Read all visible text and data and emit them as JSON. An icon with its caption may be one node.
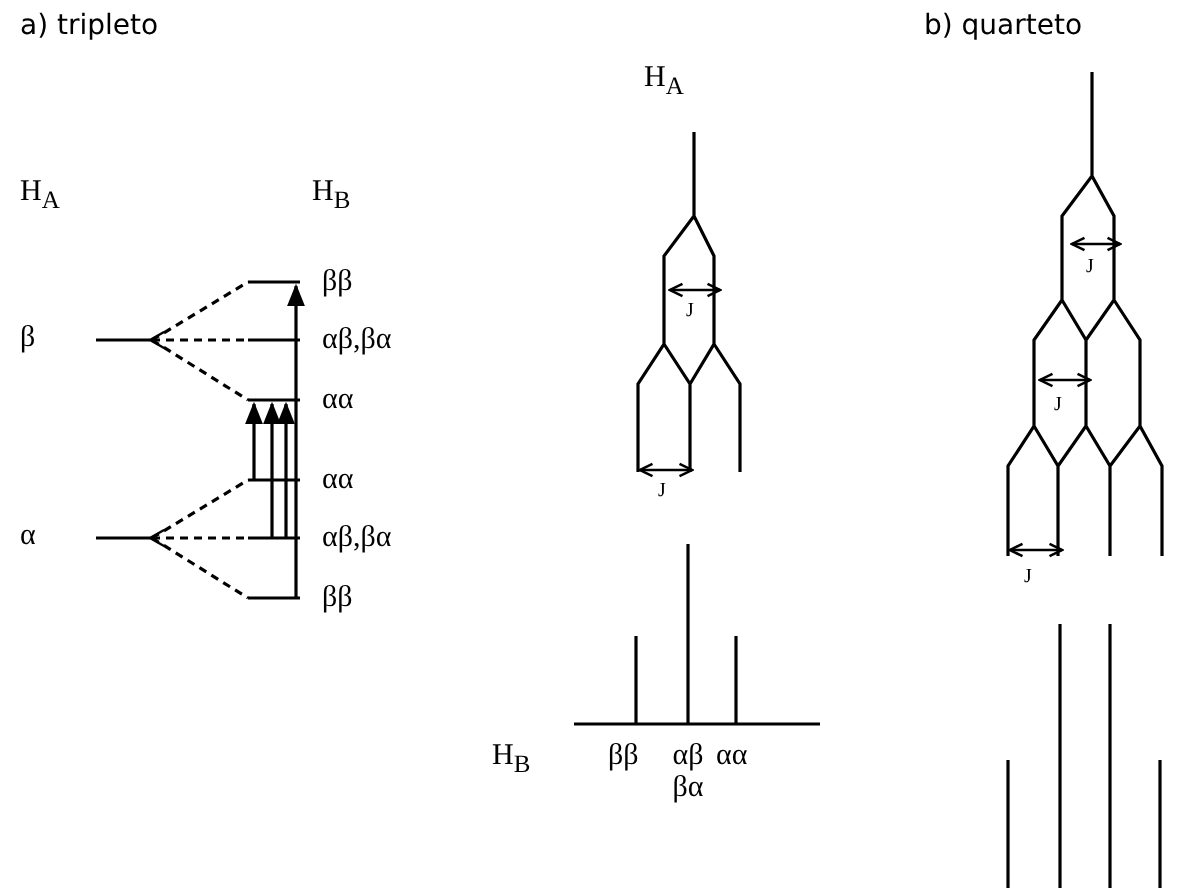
{
  "diagram": {
    "labels": [
      "a) tripleto",
      "b) quarteto",
      "H$_{A}$",
      "H$_{A}$",
      "H$_{B}$",
      "ββ",
      "J",
      "β",
      "αβ,βα",
      "J",
      "αα",
      "J",
      "αα",
      "α",
      "αβ,βα",
      "J",
      "ββ",
      "J",
      "H$_{B}$",
      "ββ",
      "αβ βα",
      "αα"
    ]
  }
}
